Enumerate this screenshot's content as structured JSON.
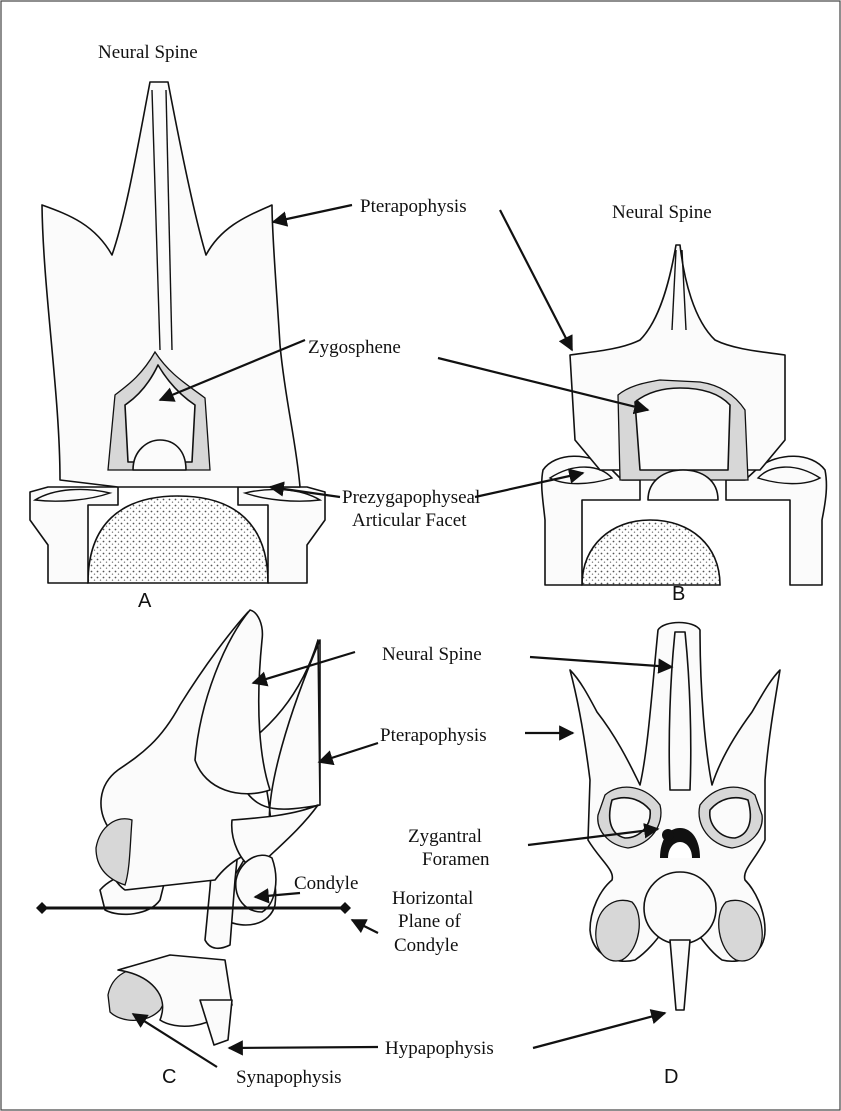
{
  "labels": {
    "a_neural_spine": "Neural Spine",
    "b_neural_spine": "Neural Spine",
    "pterapophysis_top": "Pterapophysis",
    "zygosphene": "Zygosphene",
    "prezyg_line1": "Prezygapophyseal",
    "prezyg_line2": "Articular Facet",
    "c_neural_spine": "Neural Spine",
    "pterapophysis_bottom": "Pterapophysis",
    "zygantral_line1": "Zygantral",
    "zygantral_line2": "Foramen",
    "condyle": "Condyle",
    "horizontal_line1": "Horizontal",
    "horizontal_line2": "Plane of",
    "horizontal_line3": "Condyle",
    "hypapophysis": "Hypapophysis",
    "synapophysis": "Synapophysis"
  },
  "panels": {
    "a": "A",
    "b": "B",
    "c": "C",
    "d": "D"
  },
  "colors": {
    "ink": "#111111",
    "stipple": "#d7d7d7",
    "paper": "#ffffff"
  }
}
